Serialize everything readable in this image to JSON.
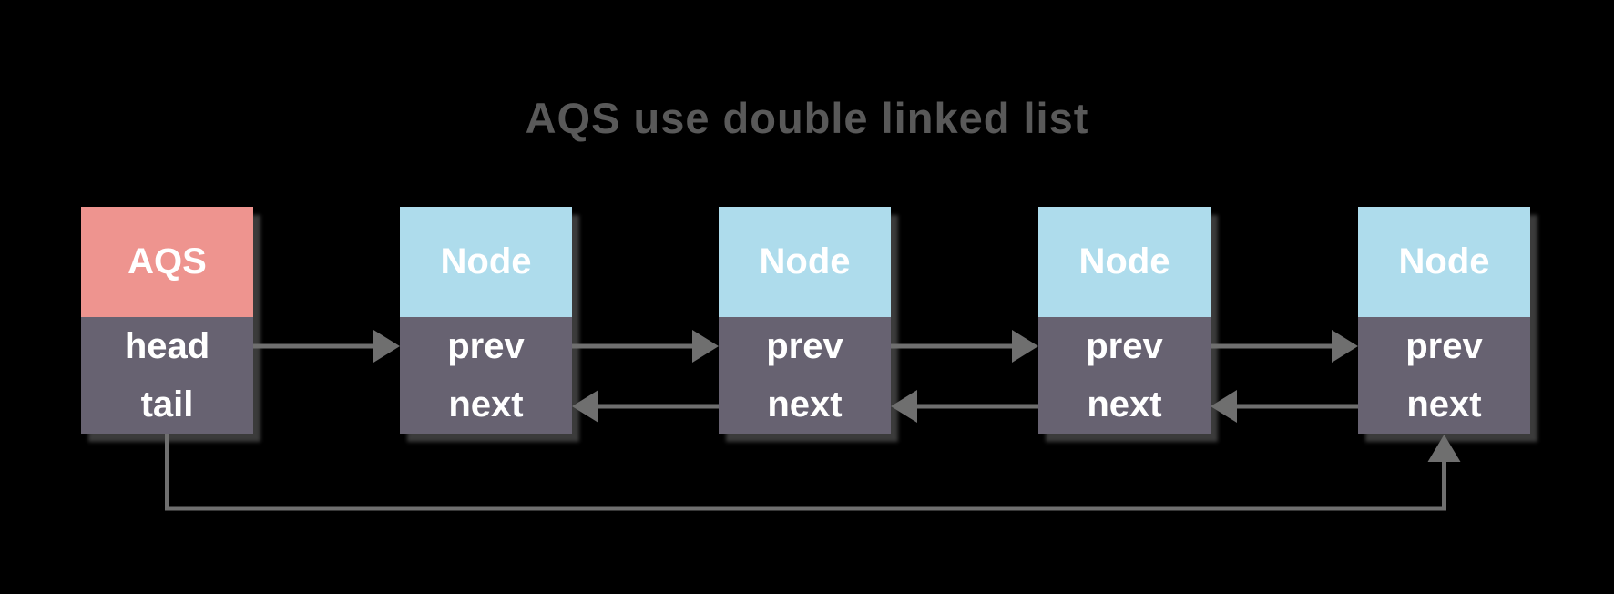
{
  "title": "AQS use double linked list",
  "colors": {
    "background": "#000000",
    "title_text": "#595959",
    "aqs_header_bg": "#ee948f",
    "node_header_bg": "#aedcec",
    "cell_bg": "#676271",
    "cell_text": "#ffffff",
    "arrow": "#6f6f6f"
  },
  "boxes": [
    {
      "id": "aqs",
      "header": "AQS",
      "rows": [
        "head",
        "tail"
      ]
    },
    {
      "id": "node1",
      "header": "Node",
      "rows": [
        "prev",
        "next"
      ]
    },
    {
      "id": "node2",
      "header": "Node",
      "rows": [
        "prev",
        "next"
      ]
    },
    {
      "id": "node3",
      "header": "Node",
      "rows": [
        "prev",
        "next"
      ]
    },
    {
      "id": "node4",
      "header": "Node",
      "rows": [
        "prev",
        "next"
      ]
    }
  ],
  "links": {
    "forward": [
      {
        "from": "aqs.head",
        "to": "node1.prev"
      },
      {
        "from": "node1.prev",
        "to": "node2.prev"
      },
      {
        "from": "node2.prev",
        "to": "node3.prev"
      },
      {
        "from": "node3.prev",
        "to": "node4.prev"
      }
    ],
    "backward": [
      {
        "from": "node2.next",
        "to": "node1.next"
      },
      {
        "from": "node3.next",
        "to": "node2.next"
      },
      {
        "from": "node4.next",
        "to": "node3.next"
      }
    ],
    "tail": {
      "from": "aqs.tail",
      "to": "node4.bottom"
    }
  }
}
